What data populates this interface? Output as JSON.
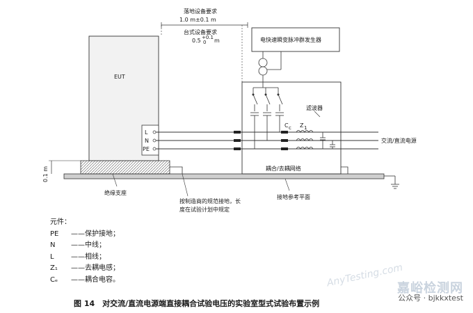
{
  "diagram": {
    "floor_req": "落地设备要求",
    "floor_dist": "1.0 m±0.1 m",
    "table_req": "台式设备要求",
    "table_dist": "0.5",
    "table_tol_up": "+0.1",
    "table_tol_down": "0",
    "table_unit": "m",
    "generator": "电快速瞬变脉冲群发生器",
    "eut": "EUT",
    "terminal_L": "L",
    "terminal_N": "N",
    "terminal_PE": "PE",
    "cc": "C",
    "cc_sub": "c",
    "z1": "Z",
    "z1_sub": "1",
    "filter": "滤波器",
    "power": "交流/直流电源",
    "network": "耦合/去耦网络",
    "height": "0.1 m",
    "support": "绝缘支座",
    "ground_note_1": "按制造商的规范接地，长",
    "ground_note_2": "度在试验计划中规定",
    "ground_plane": "接地参考平面"
  },
  "legend": {
    "title": "元件：",
    "items": [
      {
        "key": "PE",
        "desc": "——保护接地；"
      },
      {
        "key": "N",
        "desc": "——中线；"
      },
      {
        "key": "L",
        "desc": "——相线；"
      },
      {
        "key": "Z₁",
        "desc": "——去耦电感；"
      },
      {
        "key": "Cₑ",
        "desc": "——耦合电容。"
      }
    ]
  },
  "caption": "图 14　对交流/直流电源端直接耦合试验电压的实验室型式试验布置示例",
  "watermark": {
    "brand": "嘉峪检测网",
    "account": "公众号 · bjkkxtest",
    "site": "AnyTesting.com"
  }
}
